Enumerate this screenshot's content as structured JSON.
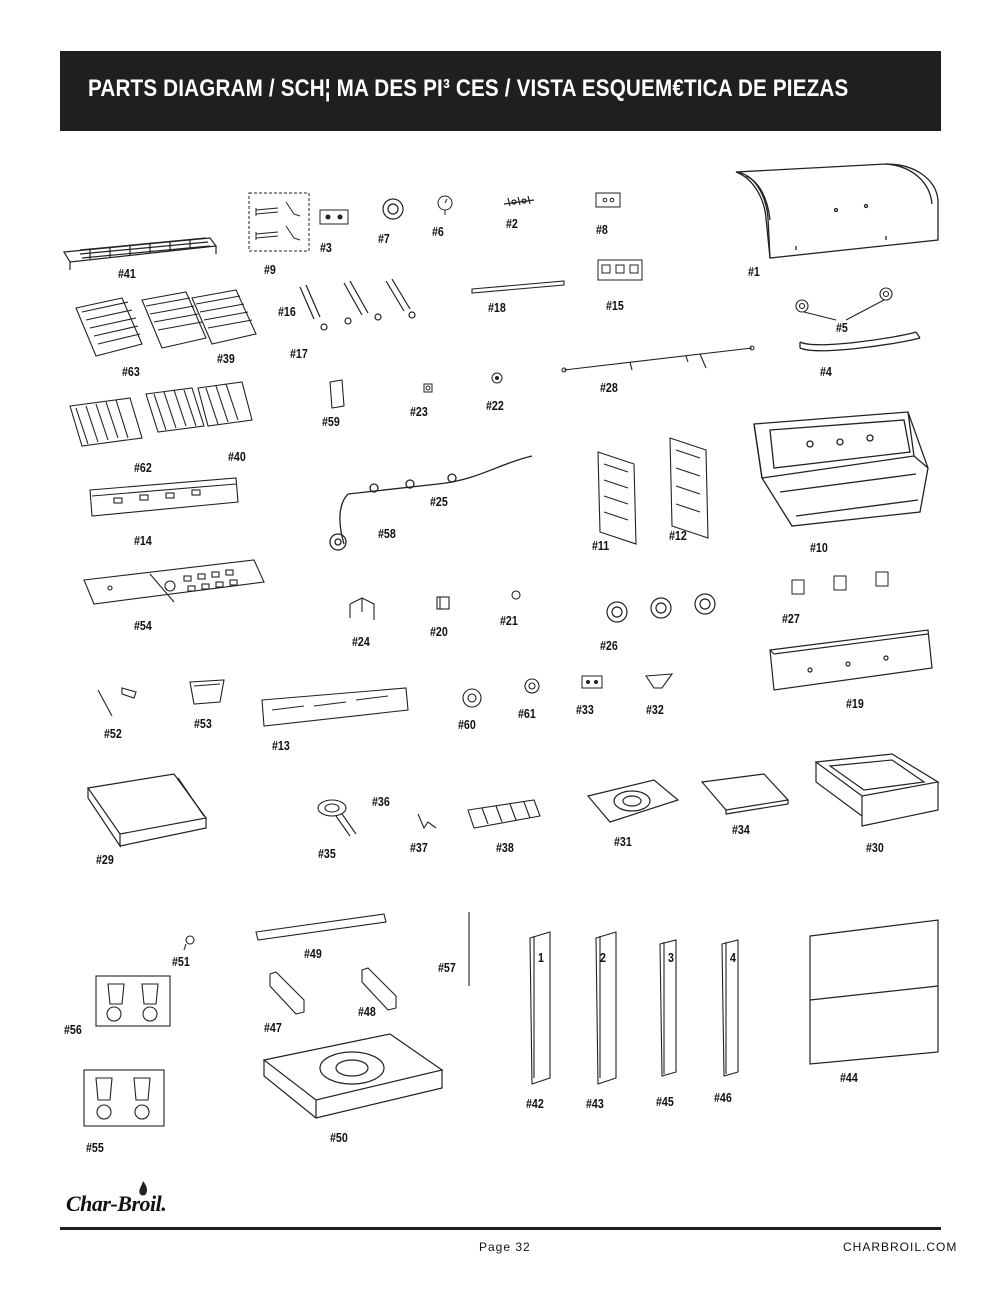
{
  "header": {
    "title": "PARTS DIAGRAM / SCH¦ MA DES PI³ CES / VISTA ESQUEM€TICA DE PIEZAS"
  },
  "parts": {
    "p1": "#1",
    "p2": "#2",
    "p3": "#3",
    "p4": "#4",
    "p5": "#5",
    "p6": "#6",
    "p7": "#7",
    "p8": "#8",
    "p9": "#9",
    "p10": "#10",
    "p11": "#11",
    "p12": "#12",
    "p13": "#13",
    "p14": "#14",
    "p15": "#15",
    "p16": "#16",
    "p17": "#17",
    "p18": "#18",
    "p19": "#19",
    "p20": "#20",
    "p21": "#21",
    "p22": "#22",
    "p23": "#23",
    "p24": "#24",
    "p25": "#25",
    "p26": "#26",
    "p27": "#27",
    "p28": "#28",
    "p29": "#29",
    "p30": "#30",
    "p31": "#31",
    "p32": "#32",
    "p33": "#33",
    "p34": "#34",
    "p35": "#35",
    "p36": "#36",
    "p37": "#37",
    "p38": "#38",
    "p39": "#39",
    "p40": "#40",
    "p41": "#41",
    "p42": "#42",
    "p43": "#43",
    "p44": "#44",
    "p45": "#45",
    "p46": "#46",
    "p47": "#47",
    "p48": "#48",
    "p49": "#49",
    "p50": "#50",
    "p51": "#51",
    "p52": "#52",
    "p53": "#53",
    "p54": "#54",
    "p55": "#55",
    "p56": "#56",
    "p57": "#57",
    "p58": "#58",
    "p59": "#59",
    "p60": "#60",
    "p61": "#61",
    "p62": "#62",
    "p63": "#63"
  },
  "leg_numbers": {
    "l1": "1",
    "l2": "2",
    "l3": "3",
    "l4": "4"
  },
  "footer": {
    "brand": "Char-Broil.",
    "page": "Page 32",
    "site": "CHARBROIL.COM"
  },
  "colors": {
    "header_bg": "#1f1f1f",
    "line": "#222222"
  }
}
